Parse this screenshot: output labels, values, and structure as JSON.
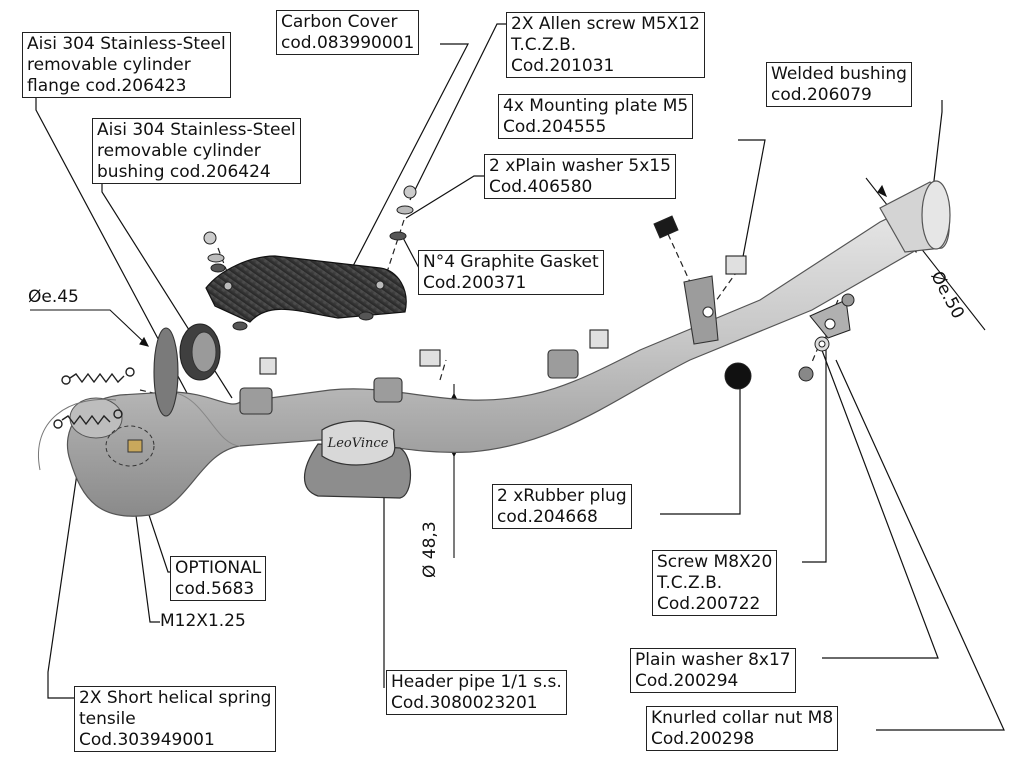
{
  "callouts": {
    "carbon_cover": [
      "Carbon Cover",
      "cod.083990001"
    ],
    "flange": [
      "Aisi 304 Stainless-Steel",
      "removable cylinder",
      "flange cod.206423"
    ],
    "bushing": [
      "Aisi 304 Stainless-Steel",
      "removable cylinder",
      "bushing cod.206424"
    ],
    "allen_screw": [
      "2X Allen screw M5X12",
      "T.C.Z.B.",
      "Cod.201031"
    ],
    "welded_bushing": [
      "Welded bushing",
      "cod.206079"
    ],
    "mounting_plate": [
      "4x Mounting plate M5",
      "Cod.204555"
    ],
    "plain_washer_5": [
      "2 xPlain washer 5x15",
      "Cod.406580"
    ],
    "graphite_gasket": [
      "N°4 Graphite Gasket",
      "Cod.200371"
    ],
    "rubber_plug": [
      "2 xRubber plug",
      "cod.204668"
    ],
    "optional": [
      "OPTIONAL",
      "cod.5683"
    ],
    "screw_m8": [
      "Screw M8X20",
      "T.C.Z.B.",
      "Cod.200722"
    ],
    "plain_washer_8": [
      "Plain washer 8x17",
      "Cod.200294"
    ],
    "header_pipe": [
      "Header pipe 1/1 s.s.",
      "Cod.3080023201"
    ],
    "springs": [
      "2X Short helical spring",
      "tensile",
      "Cod.303949001"
    ],
    "knurled_nut": [
      "Knurled collar nut M8",
      "Cod.200298"
    ]
  },
  "labels": {
    "m12": "M12X1.25",
    "dia_45": "Øe.45",
    "dia_50": "Øe.50",
    "dia_483": "Ø 48,3"
  },
  "brand_logo": "LeoVince",
  "colors": {
    "pipe": "#c9c9c9",
    "pipe_shadow": "#8f8f8f",
    "carbon": "#3a3a3a",
    "line": "#111111"
  }
}
